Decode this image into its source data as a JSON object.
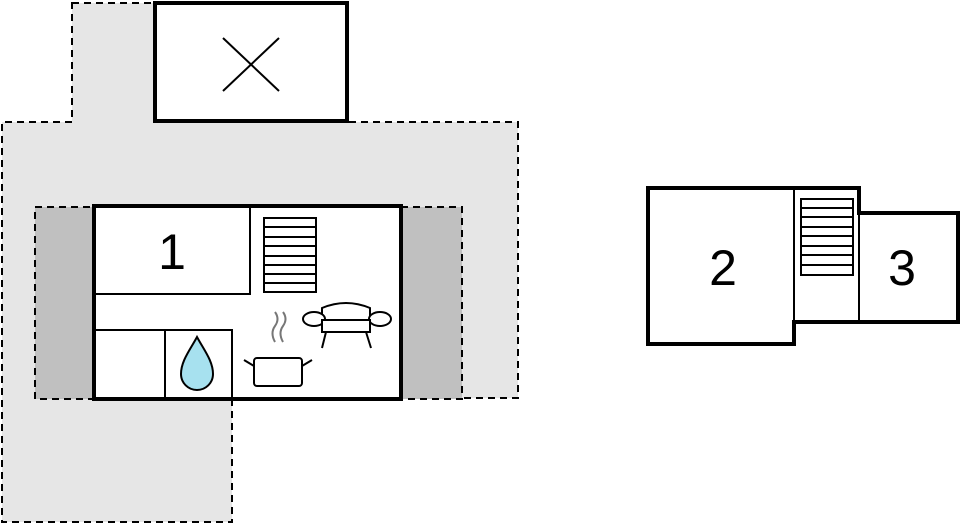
{
  "floor_plan": {
    "rooms": [
      {
        "id": "room-1",
        "label": "1"
      },
      {
        "id": "room-2",
        "label": "2"
      },
      {
        "id": "room-3",
        "label": "3"
      }
    ],
    "icons": [
      "cross-icon",
      "stairs-icon",
      "sofa-icon",
      "water-drop-icon",
      "cooking-pot-icon"
    ],
    "colors": {
      "outline": "#000000",
      "terrace_fill": "#e6e6e6",
      "side_terrace_fill": "#c0c0c0",
      "water_drop": "#a7e1ef"
    }
  }
}
